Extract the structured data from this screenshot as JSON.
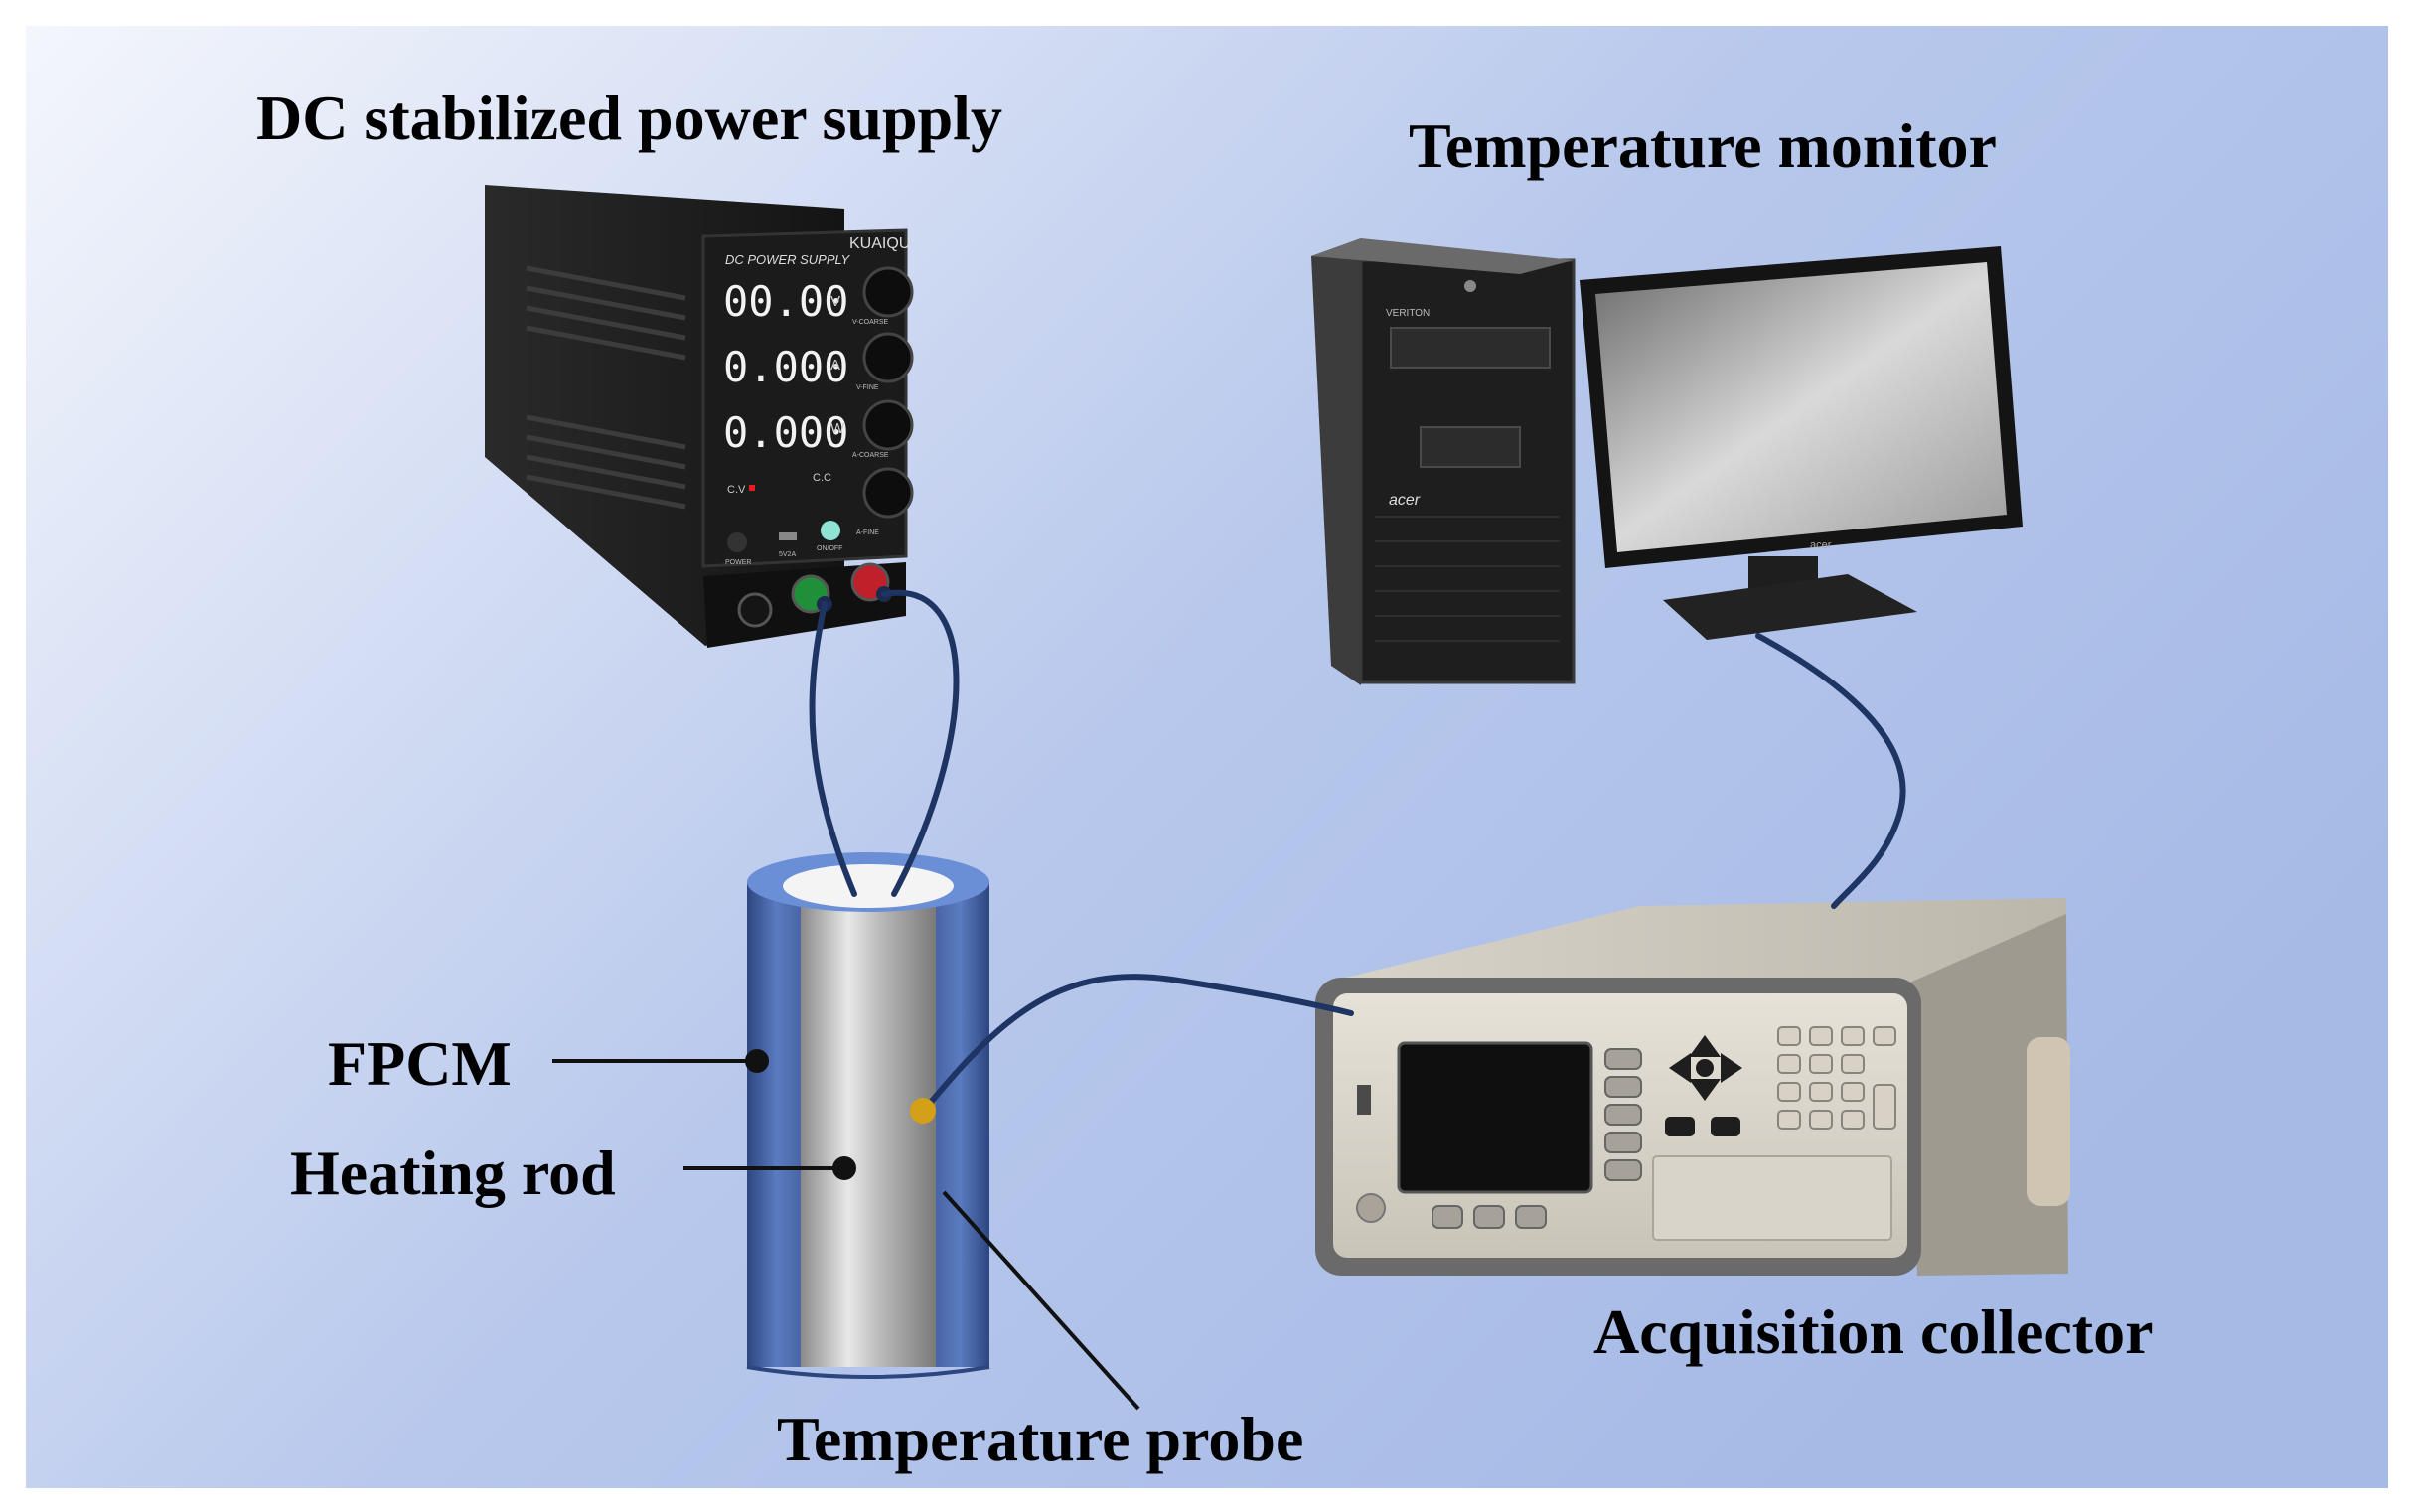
{
  "labels": {
    "power_supply": "DC stabilized power supply",
    "temperature_monitor": "Temperature monitor",
    "fpcm": "FPCM",
    "heating_rod": "Heating rod",
    "acquisition_collector": "Acquisition collector",
    "temperature_probe": "Temperature probe"
  },
  "power_supply": {
    "header": "DC POWER SUPPLY",
    "brand": "KUAIQU",
    "display_v": "00.00",
    "display_a": "0.000",
    "display_w": "0.000",
    "unit_v": "V",
    "unit_a": "A",
    "unit_w": "W",
    "cv": "C.V",
    "cc": "C.C",
    "knob_labels": [
      "V-COARSE",
      "V-FINE",
      "A-COARSE",
      "A-FINE"
    ],
    "power_label": "POWER",
    "usb_label": "5V2A",
    "onoff_label": "ON/OFF"
  },
  "computer": {
    "tower_brand": "acer",
    "tower_model": "VERITON",
    "monitor_brand": "acer"
  },
  "colors": {
    "bg_start": "#f2f4fb",
    "bg_end": "#a9bde6",
    "fpcm": "#4a67a6",
    "rod": "#b5b5b5",
    "wire": "#1e3564",
    "probe_dot": "#d4a017"
  }
}
